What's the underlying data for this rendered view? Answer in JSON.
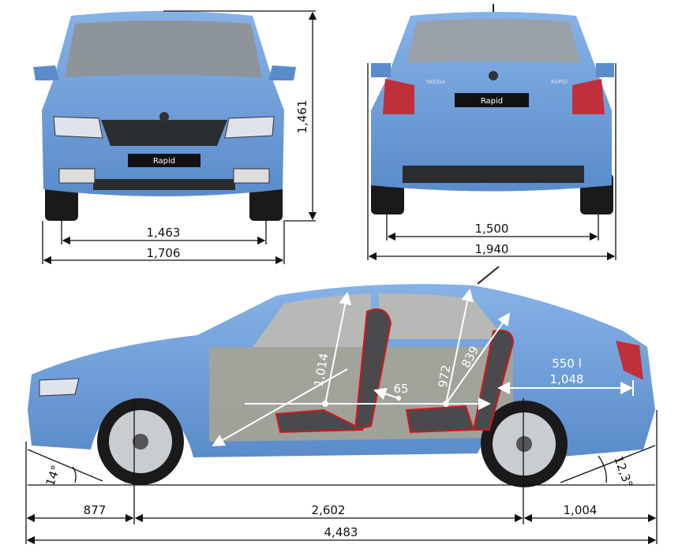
{
  "colors": {
    "body": "#6f9fd8",
    "body_dark": "#4f7fbf",
    "glass": "#8a8f96",
    "seat": "#4a4a4e",
    "seat_outline": "#d01818",
    "tail_light": "#c0303a"
  },
  "front_view": {
    "plate": "Rapid",
    "height": "1,461",
    "track": "1,463",
    "width": "1,706"
  },
  "rear_view": {
    "plate": "Rapid",
    "brand_badge": "SKODA",
    "model_badge": "RAPID",
    "track": "1,500",
    "width_mirrors": "1,940"
  },
  "side_view": {
    "front_headroom": "1,014",
    "legroom_delta": "65",
    "rear_headroom": "972",
    "rear_seat_height": "839",
    "boot_volume": "550 l",
    "boot_length": "1,048",
    "approach_angle": "14°",
    "departure_angle": "12,3°",
    "front_overhang": "877",
    "wheelbase": "2,602",
    "rear_overhang": "1,004",
    "length": "4,483"
  }
}
